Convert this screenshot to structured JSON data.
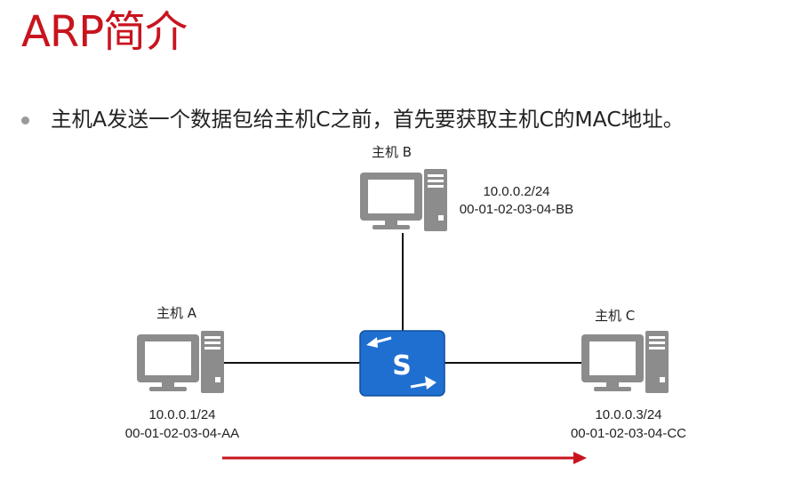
{
  "title": "ARP简介",
  "bullet": "主机A发送一个数据包给主机C之前，首先要获取主机C的MAC地址。",
  "hosts": {
    "a": {
      "name": "主机 A",
      "ip": "10.0.0.1/24",
      "mac": "00-01-02-03-04-AA"
    },
    "b": {
      "name": "主机 B",
      "ip": "10.0.0.2/24",
      "mac": "00-01-02-03-04-BB"
    },
    "c": {
      "name": "主机 C",
      "ip": "10.0.0.3/24",
      "mac": "00-01-02-03-04-CC"
    }
  },
  "switch": {
    "label": "S"
  },
  "colors": {
    "title": "#c8141e",
    "switch": "#1f6fd1",
    "arrow": "#c8141e",
    "host": "#8c8c8c"
  }
}
